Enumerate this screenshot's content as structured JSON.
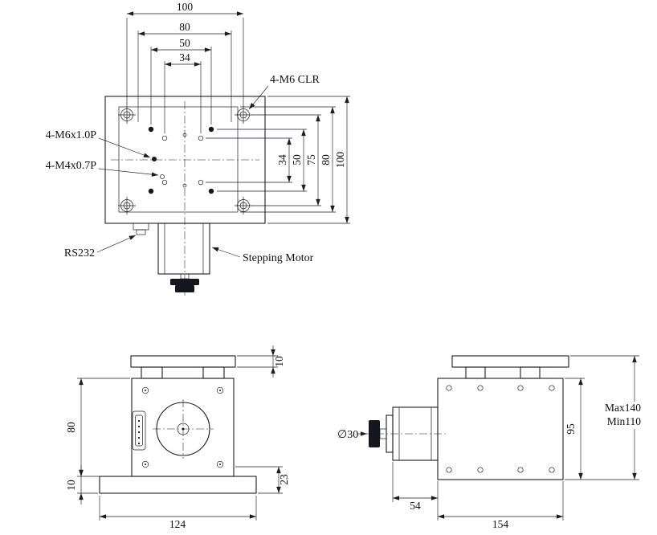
{
  "top_view": {
    "dim_h": {
      "d100": "100",
      "d80": "80",
      "d50": "50",
      "d34": "34"
    },
    "dim_v": {
      "d34": "34",
      "d50": "50",
      "d75": "75",
      "d80": "80",
      "d100": "100"
    },
    "labels": {
      "m6_clr": "4-M6 CLR",
      "m6_tap": "4-M6x1.0P",
      "m4_tap": "4-M4x0.7P",
      "rs232": "RS232",
      "stepping_motor": "Stepping Motor"
    }
  },
  "front_view": {
    "dim_top": "10",
    "dim_height": "80",
    "dim_base": "10",
    "dim_right": "23",
    "dim_width": "124"
  },
  "side_view": {
    "knob_dia": "∅30",
    "dim_height": "95",
    "dim_max": "Max140",
    "dim_min": "Min110",
    "dim_motor": "54",
    "dim_width": "154"
  }
}
